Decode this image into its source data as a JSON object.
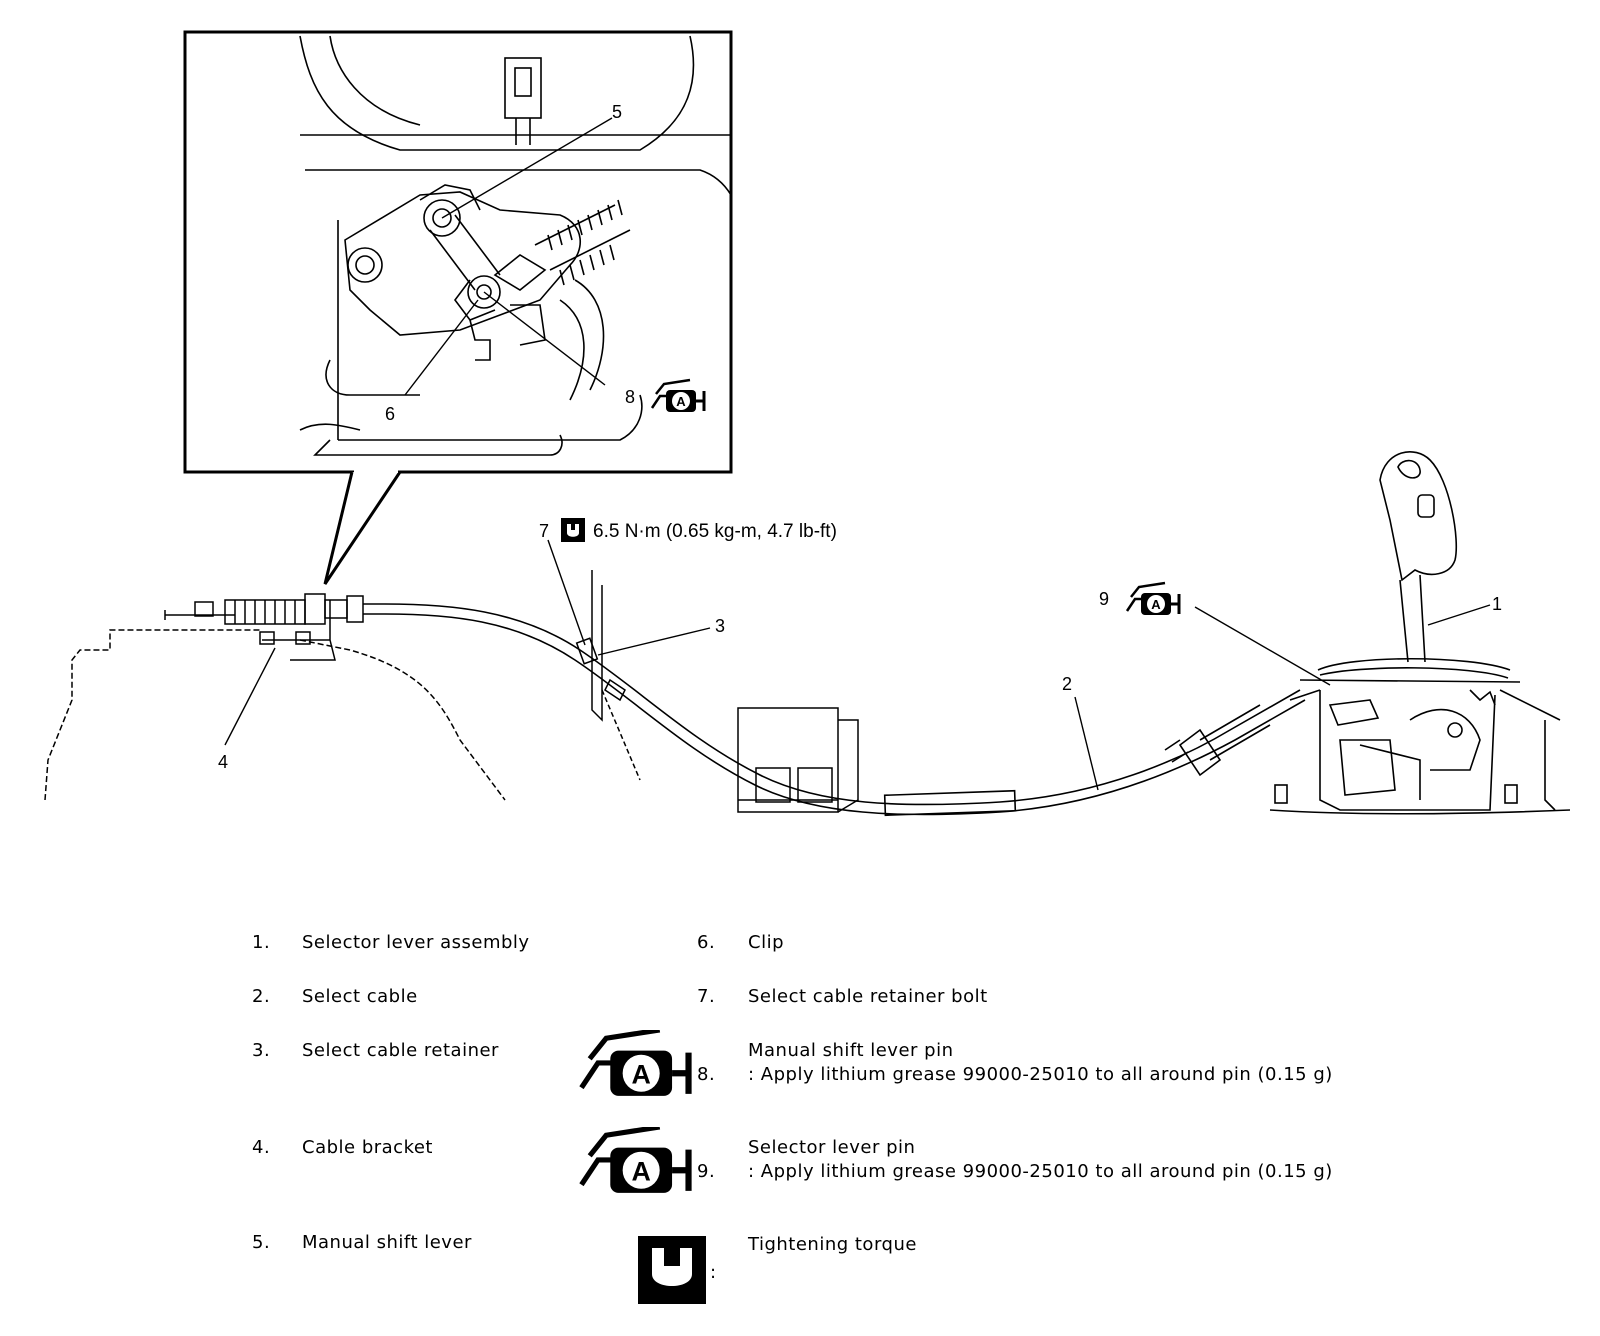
{
  "callouts": {
    "n1": "1",
    "n2": "2",
    "n3": "3",
    "n4": "4",
    "n5": "5",
    "n6": "6",
    "n7": "7",
    "n8": "8",
    "n9": "9"
  },
  "torque_spec": "6.5 N·m (0.65 kg-m, 4.7 lb-ft)",
  "legend": {
    "items": [
      {
        "num": "1.",
        "label": "Selector lever assembly"
      },
      {
        "num": "2.",
        "label": "Select cable"
      },
      {
        "num": "3.",
        "label": "Select cable retainer"
      },
      {
        "num": "4.",
        "label": "Cable bracket"
      },
      {
        "num": "5.",
        "label": "Manual shift lever"
      },
      {
        "num": "6.",
        "label": "Clip"
      },
      {
        "num": "7.",
        "label": "Select cable retainer bolt"
      },
      {
        "num": "8.",
        "label": "Manual shift lever pin",
        "note": ": Apply lithium grease 99000-25010 to all around pin (0.15 g)"
      },
      {
        "num": "9.",
        "label": "Selector lever pin",
        "note": ": Apply lithium grease 99000-25010 to all around pin (0.15 g)"
      }
    ],
    "torque_symbol_label": "Tightening torque",
    "torque_symbol_colon": ":"
  },
  "icons": {
    "grease": "grease-gun-A-icon",
    "torque": "wrench-torque-icon"
  }
}
